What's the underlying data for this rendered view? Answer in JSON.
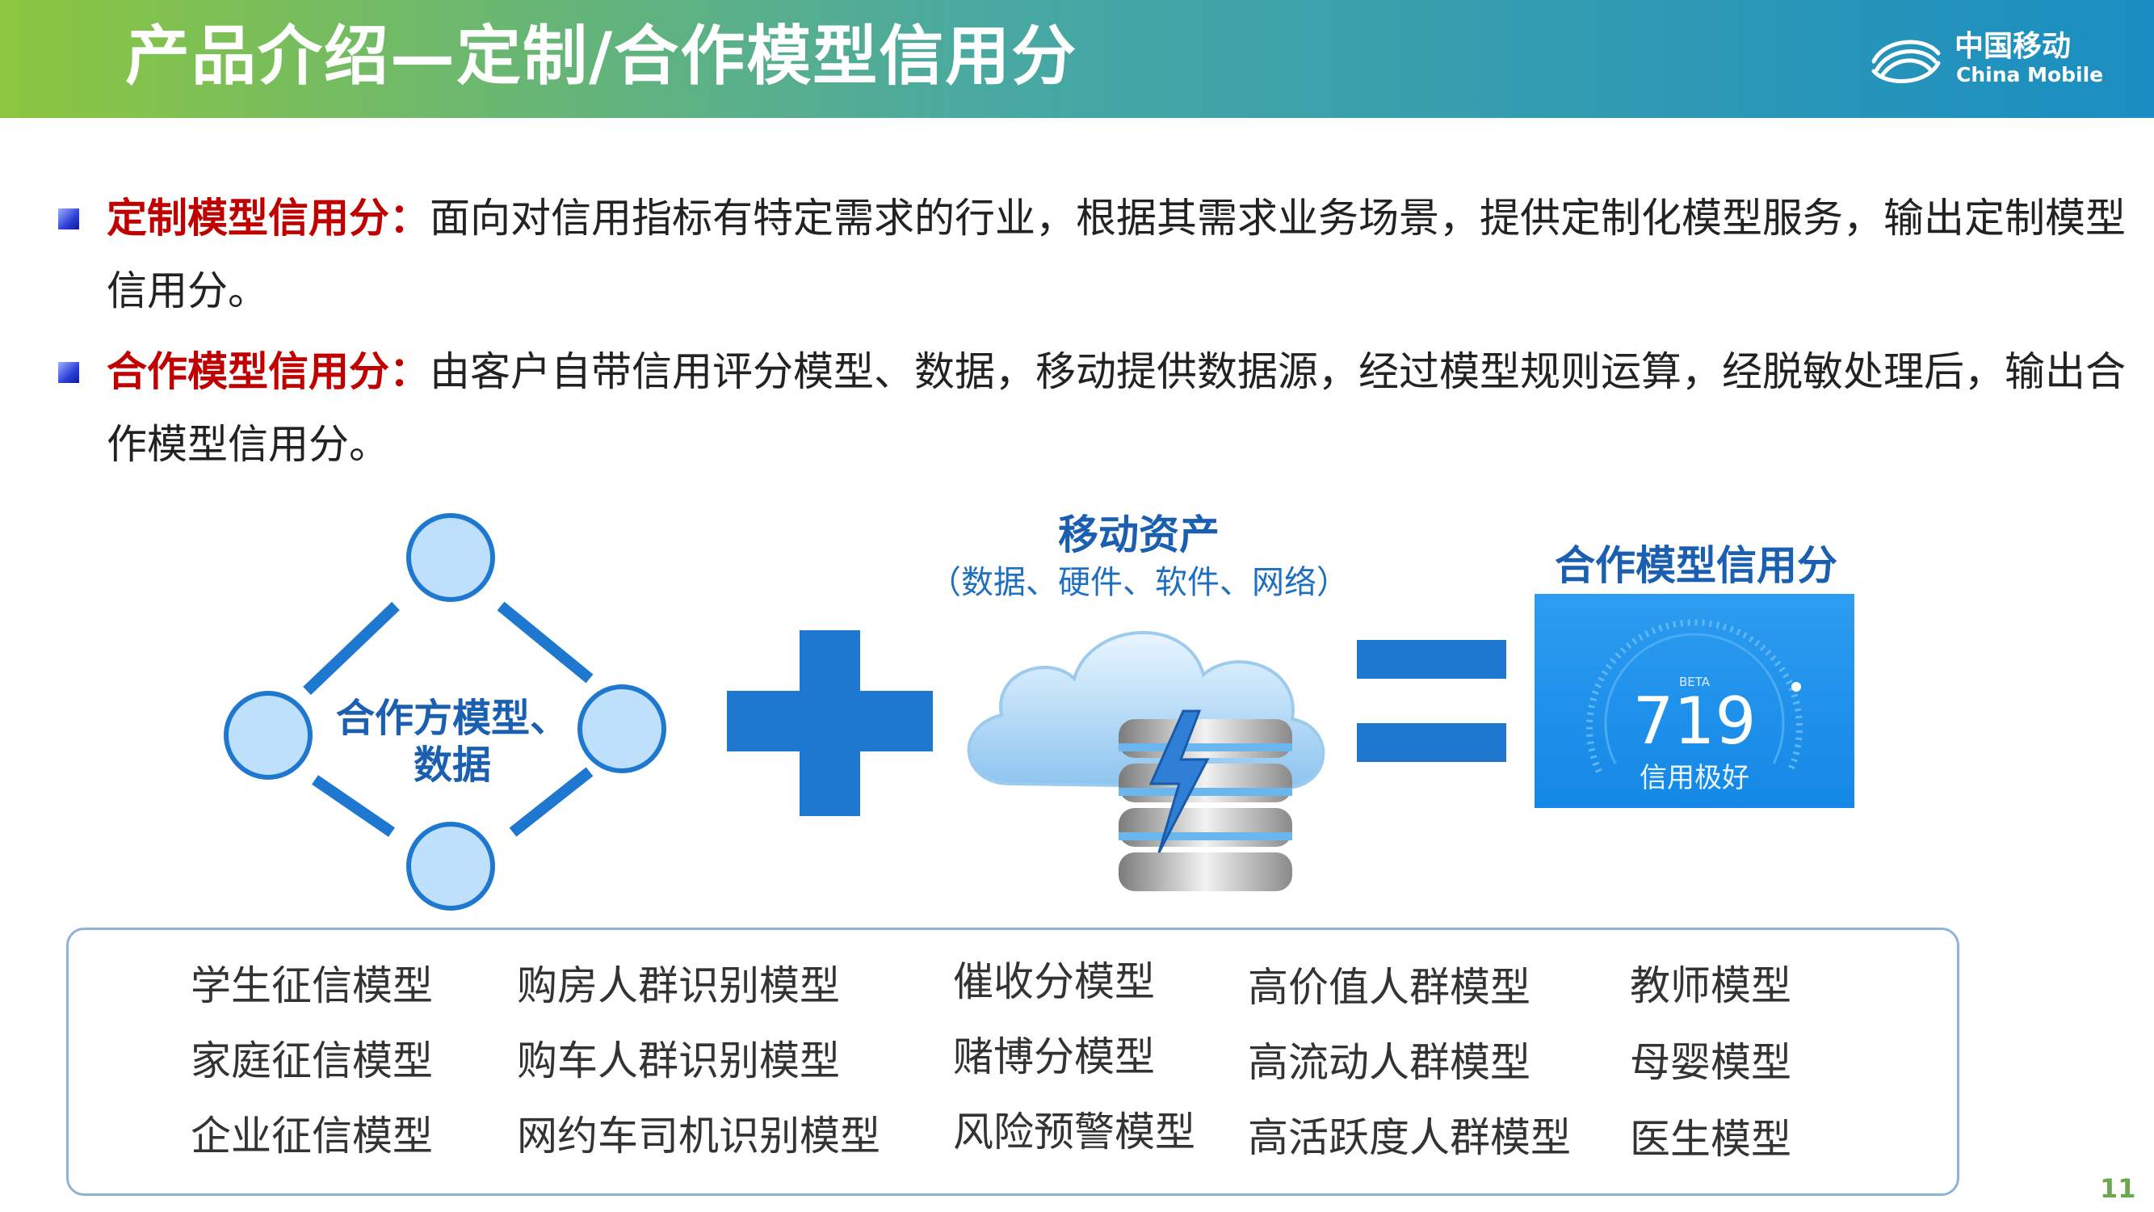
{
  "header": {
    "title": "产品介绍—定制/合作模型信用分",
    "logo_cn": "中国移动",
    "logo_en": "China Mobile"
  },
  "bullets": [
    {
      "highlight": "定制模型信用分：",
      "text": "面向对信用指标有特定需求的行业，根据其需求业务场景，提供定制化模型服务，输出定制模型信用分。"
    },
    {
      "highlight": "合作模型信用分：",
      "text": "由客户自带信用评分模型、数据，移动提供数据源，经过模型规则运算，经脱敏处理后，输出合作模型信用分。"
    }
  ],
  "diagram": {
    "partner_label_line1": "合作方模型、",
    "partner_label_line2": "数据",
    "mobile_assets_title": "移动资产",
    "mobile_assets_sub": "（数据、硬件、软件、网络）",
    "result_title": "合作模型信用分",
    "score_beta": "BETA",
    "score_value": "719",
    "score_level": "信用极好"
  },
  "models": {
    "col1": [
      "学生征信模型",
      "家庭征信模型",
      "企业征信模型"
    ],
    "col2": [
      "购房人群识别模型",
      "购车人群识别模型",
      "网约车司机识别模型"
    ],
    "col3": [
      "催收分模型",
      "赌博分模型",
      "风险预警模型"
    ],
    "col4": [
      "高价值人群模型",
      "高流动人群模型",
      "高活跃度人群模型"
    ],
    "col5": [
      "教师模型",
      "母婴模型",
      "医生模型"
    ]
  },
  "page_number": "11",
  "colors": {
    "header_start": "#8cc63f",
    "header_end": "#1a8ec2",
    "highlight": "#c00000",
    "diagram_blue": "#1e78d0"
  }
}
